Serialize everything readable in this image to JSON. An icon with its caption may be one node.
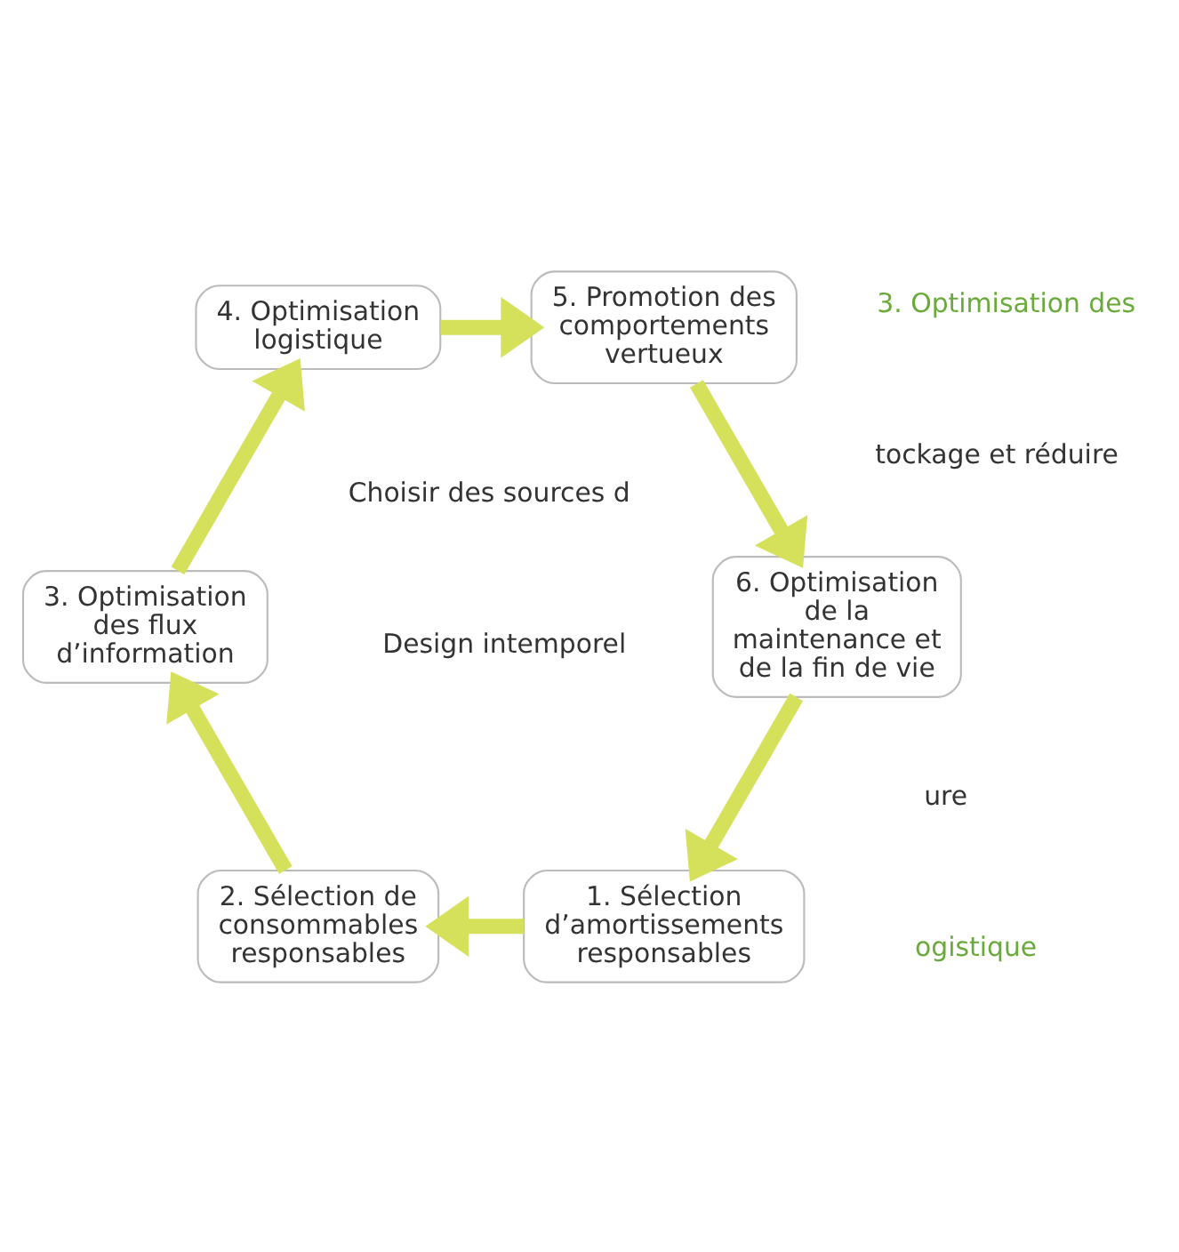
{
  "diagram": {
    "nodes": [
      {
        "text": [
          "1. Sélection d’amortissements responsables"
        ]
      },
      {
        "text": [
          "2. Sélection de consommables responsables"
        ]
      },
      {
        "text": [
          "3. Optimisation des flux d’information"
        ]
      },
      {
        "text": [
          "4. Optimisation logistique"
        ]
      },
      {
        "text": [
          "5. Promotion des comportements vertueux"
        ]
      },
      {
        "text": [
          "6. Optimisation de la maintenance et de la fin de vie"
        ]
      }
    ],
    "edges": [
      {
        "from": 0,
        "to": 1,
        "arrow": "to"
      },
      {
        "from": 1,
        "to": 2,
        "arrow": "to"
      },
      {
        "from": 2,
        "to": 3,
        "arrow": "to"
      },
      {
        "from": 3,
        "to": 4,
        "arrow": "to"
      },
      {
        "from": 4,
        "to": 5,
        "arrow": "to"
      },
      {
        "from": 5,
        "to": 0,
        "arrow": "to"
      }
    ],
    "labels": [
      "ure",
      "Choisir des sources d",
      "Design intemporel",
      "ogistique",
      "tockage et réduire",
      "3. Optimisation des"
    ]
  }
}
